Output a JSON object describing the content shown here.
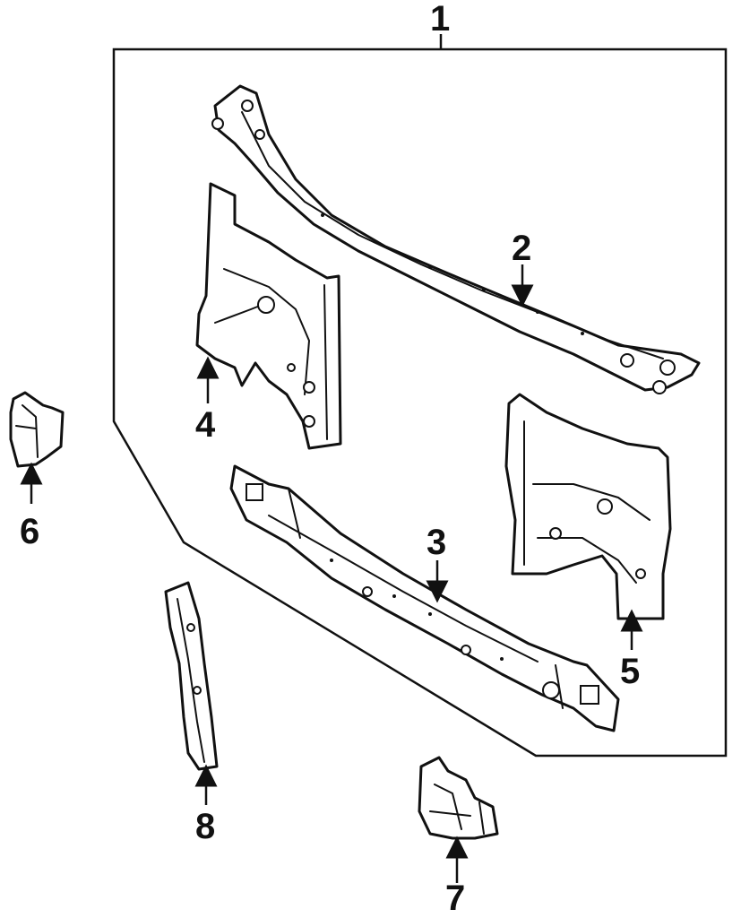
{
  "diagram": {
    "callouts": [
      {
        "id": "1",
        "label": "1"
      },
      {
        "id": "2",
        "label": "2"
      },
      {
        "id": "3",
        "label": "3"
      },
      {
        "id": "4",
        "label": "4"
      },
      {
        "id": "5",
        "label": "5"
      },
      {
        "id": "6",
        "label": "6"
      },
      {
        "id": "7",
        "label": "7"
      },
      {
        "id": "8",
        "label": "8"
      }
    ]
  },
  "colors": {
    "line": "#111111",
    "background": "#ffffff"
  }
}
